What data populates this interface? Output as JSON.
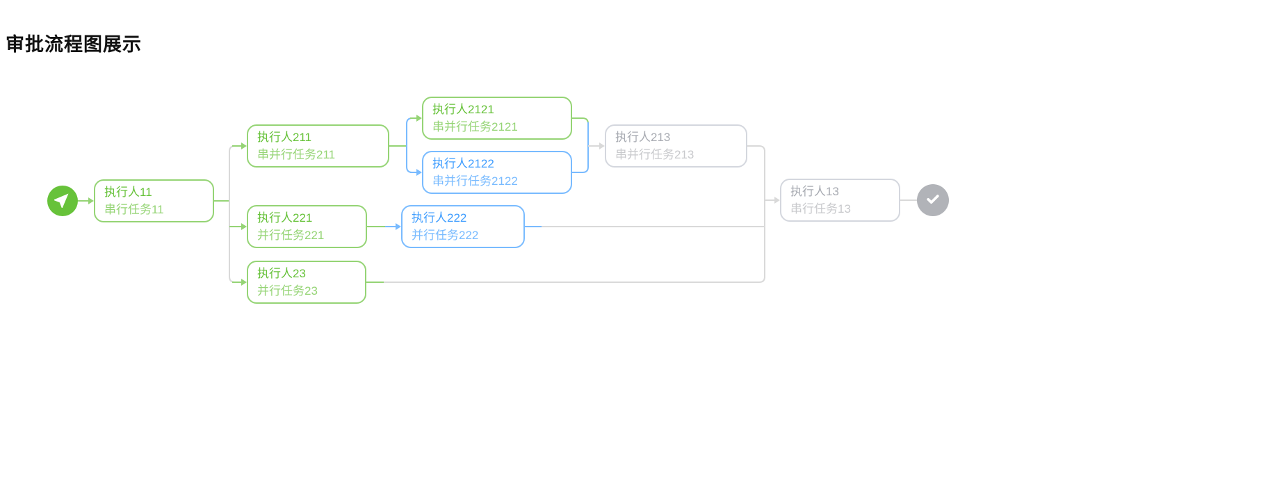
{
  "page": {
    "title": "审批流程图展示"
  },
  "flow": {
    "colors": {
      "completed_border": "#95d475",
      "completed_title": "#67c23a",
      "completed_subtitle": "#95d475",
      "active_border": "#79bbff",
      "active_title": "#409eff",
      "active_subtitle": "#79bbff",
      "pending_border": "#d4d7de",
      "pending_title": "#a8abb2",
      "pending_subtitle": "#c8c9cc",
      "line_gray": "#d9d9d9",
      "start_fill": "#67c23a",
      "end_fill": "#b1b3b8"
    },
    "start": {
      "icon": "send-icon",
      "status": "completed"
    },
    "end": {
      "icon": "check-icon",
      "status": "pending"
    },
    "nodes": [
      {
        "id": "11",
        "title": "执行人11",
        "subtitle": "串行任务11",
        "status": "completed"
      },
      {
        "id": "211",
        "title": "执行人211",
        "subtitle": "串并行任务211",
        "status": "completed"
      },
      {
        "id": "2121",
        "title": "执行人2121",
        "subtitle": "串并行任务2121",
        "status": "completed"
      },
      {
        "id": "2122",
        "title": "执行人2122",
        "subtitle": "串并行任务2122",
        "status": "active"
      },
      {
        "id": "213",
        "title": "执行人213",
        "subtitle": "串并行任务213",
        "status": "pending"
      },
      {
        "id": "221",
        "title": "执行人221",
        "subtitle": "并行任务221",
        "status": "completed"
      },
      {
        "id": "222",
        "title": "执行人222",
        "subtitle": "并行任务222",
        "status": "active"
      },
      {
        "id": "23",
        "title": "执行人23",
        "subtitle": "并行任务23",
        "status": "completed"
      },
      {
        "id": "13",
        "title": "执行人13",
        "subtitle": "串行任务13",
        "status": "pending"
      }
    ],
    "edges": [
      {
        "from": "start",
        "to": "11"
      },
      {
        "from": "11",
        "to": "211"
      },
      {
        "from": "11",
        "to": "221"
      },
      {
        "from": "11",
        "to": "23"
      },
      {
        "from": "211",
        "to": "2121"
      },
      {
        "from": "211",
        "to": "2122"
      },
      {
        "from": "2121",
        "to": "213"
      },
      {
        "from": "2122",
        "to": "213"
      },
      {
        "from": "221",
        "to": "222"
      },
      {
        "from": "213",
        "to": "13"
      },
      {
        "from": "222",
        "to": "13"
      },
      {
        "from": "23",
        "to": "13"
      },
      {
        "from": "13",
        "to": "end"
      }
    ]
  }
}
